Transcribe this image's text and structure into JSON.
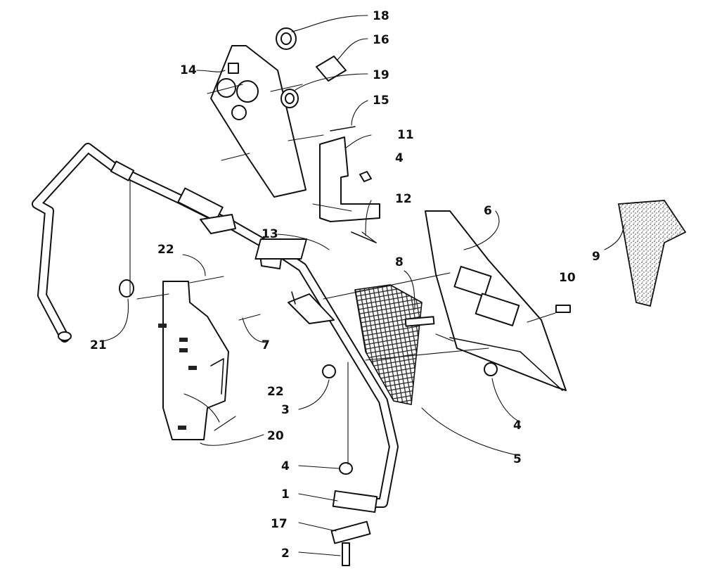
{
  "callouts": [
    {
      "id": "c1",
      "text": "1"
    },
    {
      "id": "c2",
      "text": "2"
    },
    {
      "id": "c3",
      "text": "3"
    },
    {
      "id": "c4a",
      "text": "4"
    },
    {
      "id": "c4b",
      "text": "4"
    },
    {
      "id": "c4c",
      "text": "4"
    },
    {
      "id": "c5",
      "text": "5"
    },
    {
      "id": "c6",
      "text": "6"
    },
    {
      "id": "c7",
      "text": "7"
    },
    {
      "id": "c8",
      "text": "8"
    },
    {
      "id": "c9",
      "text": "9"
    },
    {
      "id": "c10",
      "text": "10"
    },
    {
      "id": "c11",
      "text": "11"
    },
    {
      "id": "c12",
      "text": "12"
    },
    {
      "id": "c13",
      "text": "13"
    },
    {
      "id": "c14",
      "text": "14"
    },
    {
      "id": "c15",
      "text": "15"
    },
    {
      "id": "c16",
      "text": "16"
    },
    {
      "id": "c17",
      "text": "17"
    },
    {
      "id": "c18",
      "text": "18"
    },
    {
      "id": "c19",
      "text": "19"
    },
    {
      "id": "c20",
      "text": "20"
    },
    {
      "id": "c21",
      "text": "21"
    },
    {
      "id": "c22a",
      "text": "22"
    },
    {
      "id": "c22b",
      "text": "22"
    }
  ],
  "colors": {
    "ink": "#111111",
    "paper": "#ffffff"
  }
}
